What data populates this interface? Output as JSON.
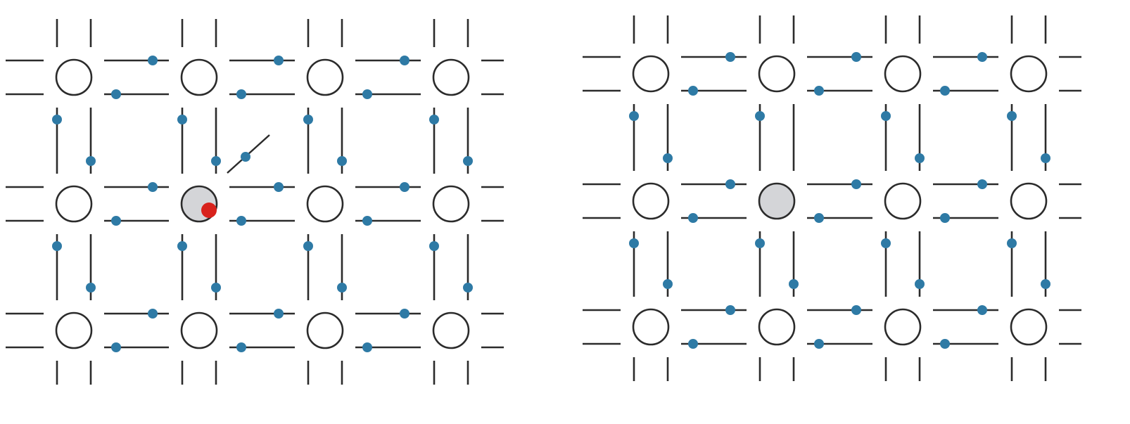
{
  "colors": {
    "background": "#ffffff",
    "bond_line": "#2b2b2b",
    "atom_fill": "#ffffff",
    "impurity_atom_fill": "#d4d5d8",
    "bonding_electron": "#2e7aa5",
    "free_electron": "#d8221c"
  },
  "panels": [
    {
      "label": "",
      "lattice": {
        "rows": 3,
        "cols": 4
      },
      "impurity_atom": {
        "row": 1,
        "col": 1
      },
      "missing_bond_electron": {
        "row": 0,
        "col": 1,
        "bond": "vertical-right"
      },
      "free_electron_shown": true,
      "arrow_shown": true
    },
    {
      "label": "",
      "lattice": {
        "rows": 3,
        "cols": 4
      },
      "impurity_atom": {
        "row": 1,
        "col": 1
      },
      "missing_bond_electron": {
        "row": 0,
        "col": 1,
        "bond": "vertical-right"
      },
      "free_electron_shown": false,
      "arrow_shown": false
    }
  ]
}
